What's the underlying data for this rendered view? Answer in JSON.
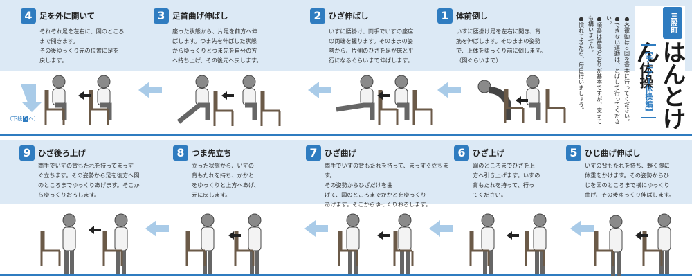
{
  "brand": {
    "tag": "三股町",
    "title": "はんとけん",
    "title_suffix": "体操",
    "subtitle": "【チェアー体操編】"
  },
  "notes": [
    "●各運動は８回を基本に行ってください。",
    "●できない運動は、とばして行ってください。",
    "●順番は番号どおりが基本ですが、変えても構いません。",
    "●慣れてきたら、毎日行いましょう。"
  ],
  "to_lower": {
    "prefix": "（下段",
    "num": "5",
    "suffix": "へ）"
  },
  "steps": [
    {
      "num": "1",
      "title": "体前倒し",
      "desc": [
        "いすに腰掛け足を左右に開き、背",
        "筋を伸ばします。そのままの姿勢",
        "で、上体をゆっくり前に倒します。",
        "（図ぐらいまで）"
      ]
    },
    {
      "num": "2",
      "title": "ひざ伸ばし",
      "desc": [
        "いすに腰掛け、両手でいすの座席",
        "の両端を握ります。そのままの姿",
        "勢から、片側のひざを足が床と平",
        "行になるぐらいまで伸ばします。"
      ]
    },
    {
      "num": "3",
      "title": "足首曲げ伸ばし",
      "desc": [
        "座った状態から、片足を前方へ伸",
        "ばします。つま先を伸ばした状態",
        "からゆっくりとつま先を自分の方",
        "へ持ち上げ、その後元へ戻します。"
      ]
    },
    {
      "num": "4",
      "title": "足を外に開いて",
      "desc": [
        "それぞれ足を左右に、図のところ",
        "まで開きます。",
        "その後ゆっくり元の位置に足を",
        "戻します。"
      ]
    },
    {
      "num": "5",
      "title": "ひじ曲げ伸ばし",
      "desc": [
        "いすの背もたれを持ち、軽く腕に",
        "体重をかけます。その姿勢からひ",
        "じを図のところまで横にゆっくり",
        "曲げ、その後ゆっくり伸ばします。"
      ]
    },
    {
      "num": "6",
      "title": "ひざ上げ",
      "desc": [
        "図のところまでひざを上",
        "方へ引き上げます。いすの",
        "背もたれを持って、行っ",
        "てください。"
      ]
    },
    {
      "num": "7",
      "title": "ひざ曲げ",
      "desc": [
        "両手でいすの背もたれを持って、まっすぐ立ちます。",
        "その姿勢からひざだけを曲",
        "げて、図のところまでかかとをゆっくり",
        "あげます。そこからゆっくりおろします。"
      ]
    },
    {
      "num": "8",
      "title": "つま先立ち",
      "desc": [
        "立った状態から、いすの",
        "背もたれを持ち、かかと",
        "をゆっくりと上方へあげ、",
        "元に戻します。"
      ]
    },
    {
      "num": "9",
      "title": "ひざ後ろ上げ",
      "desc": [
        "両手でいすの背もたれを持ってまっす",
        "ぐ立ちます。その姿勢から足を後方へ図",
        "のところまでゆっくりあげます。そこか",
        "らゆっくりおろします。"
      ]
    }
  ],
  "colors": {
    "accent": "#2f7cc0",
    "band": "#dce9f5",
    "arrow": "#a9cbe8",
    "figure": "#7a7a7a"
  }
}
